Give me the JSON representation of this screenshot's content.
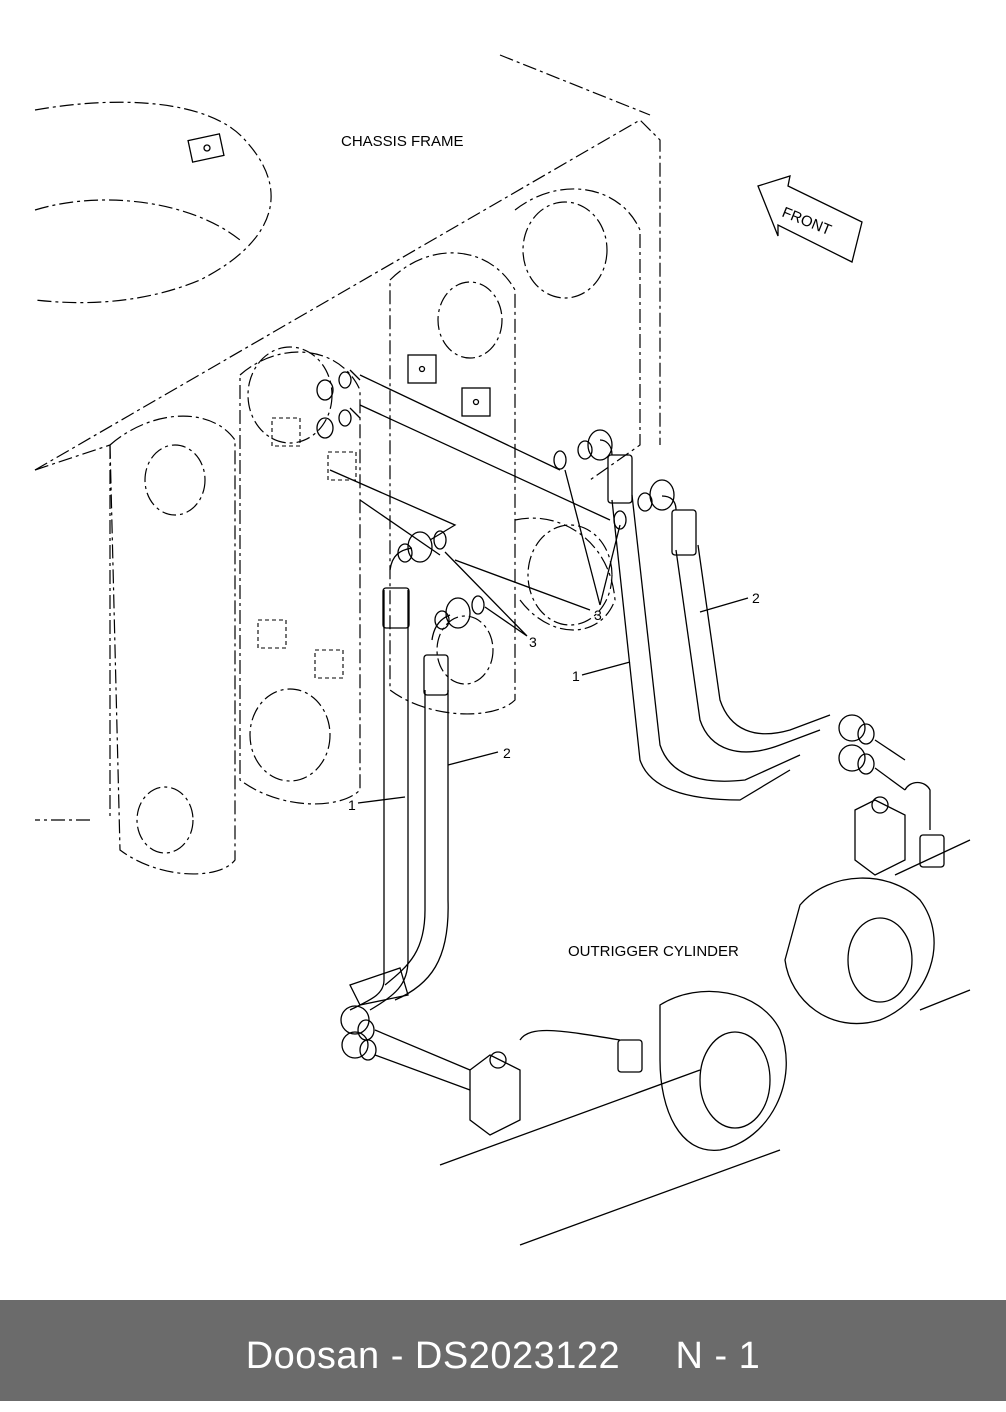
{
  "labels": {
    "chassis_frame": "CHASSIS FRAME",
    "outrigger_cylinder": "OUTRIGGER CYLINDER",
    "front": "FRONT"
  },
  "callouts": {
    "hose_1": "1",
    "hose_2": "2",
    "o_ring_3": "3"
  },
  "footer": {
    "text": "Doosan - DS2023122     N - 1"
  },
  "colors": {
    "footer_bg": "#6b6b6b",
    "footer_text": "#ffffff",
    "line": "#000000"
  }
}
